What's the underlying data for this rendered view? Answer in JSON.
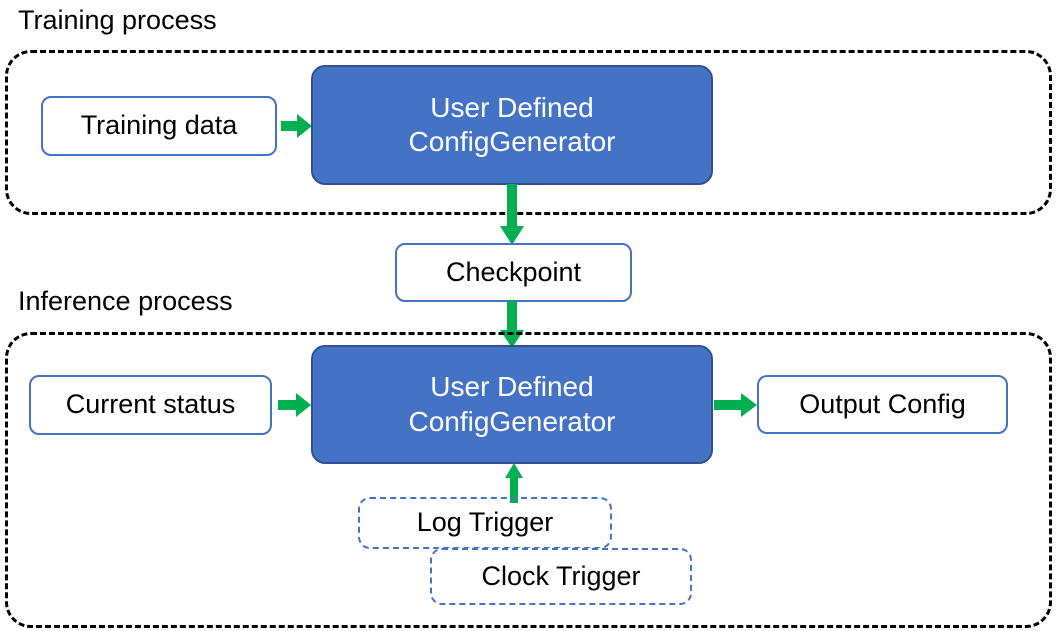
{
  "diagram": {
    "title_training": "Training process",
    "title_inference": "Inference process",
    "colors": {
      "process_fill": "#4472C4",
      "process_stroke": "#2F528F",
      "box_stroke": "#4472C4",
      "arrow": "#00B050",
      "container_stroke": "#000000",
      "text_dark": "#000000",
      "text_light": "#FFFFFF"
    }
  },
  "training": {
    "caption": "Training process",
    "input_box": "Training data",
    "processor_line1": "User Defined",
    "processor_line2": "ConfigGenerator"
  },
  "bridge": {
    "checkpoint": "Checkpoint"
  },
  "inference": {
    "caption": "Inference process",
    "input_box": "Current status",
    "processor_line1": "User Defined",
    "processor_line2": "ConfigGenerator",
    "output_box": "Output Config",
    "triggers": [
      {
        "label": "Log Trigger"
      },
      {
        "label": "Clock Trigger"
      }
    ]
  },
  "arrows": [
    {
      "name": "training-data-to-generator",
      "direction": "right"
    },
    {
      "name": "training-generator-to-checkpoint",
      "direction": "down"
    },
    {
      "name": "checkpoint-to-inference-generator",
      "direction": "down"
    },
    {
      "name": "current-status-to-generator",
      "direction": "right"
    },
    {
      "name": "generator-to-output-config",
      "direction": "right"
    },
    {
      "name": "triggers-to-generator",
      "direction": "up"
    }
  ]
}
